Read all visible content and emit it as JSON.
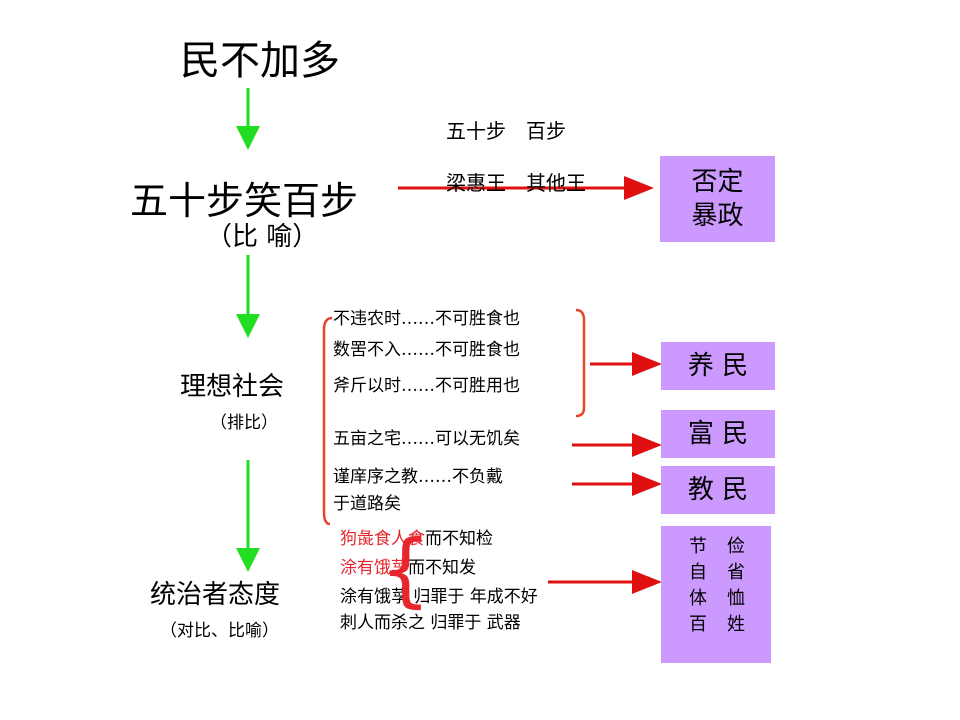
{
  "title": "民不加多",
  "node1": {
    "label": "五十步笑百步",
    "note": "（比 喻）"
  },
  "node2": {
    "label": "理想社会",
    "note": "（排比）"
  },
  "node3": {
    "label": "统治者态度",
    "note": "（对比、比喻）"
  },
  "comparison": {
    "line1": "五十步　百步",
    "line2": "梁惠王　其他王"
  },
  "box_negate": {
    "line1": "否定",
    "line2": "暴政"
  },
  "ideal_lines": [
    "不违农时……不可胜食也",
    "数罟不入……不可胜食也",
    "斧斤以时……不可胜用也",
    "五亩之宅……可以无饥矣",
    "谨庠序之教……不负戴",
    "于道路矣"
  ],
  "box_yang": "养 民",
  "box_fu": "富 民",
  "box_jiao": "教 民",
  "ruler_lines": [
    {
      "red": "狗彘食人食",
      "black": "而不知检"
    },
    {
      "red": "涂有饿莩",
      "black": "而不知发"
    },
    {
      "red": "",
      "black": "涂有饿莩  归罪于  年成不好"
    },
    {
      "red": "",
      "black": "刺人而杀之  归罪于  武器"
    }
  ],
  "brace_char": "{",
  "box_advice": [
    {
      "a": "节",
      "b": "俭"
    },
    {
      "a": "自",
      "b": "省"
    },
    {
      "a": "体",
      "b": "恤"
    },
    {
      "a": "百",
      "b": "姓"
    }
  ],
  "colors": {
    "green_arrow": "#22dd22",
    "red_arrow": "#e01010",
    "box": "#cc99ff",
    "red_text": "#e8262e"
  }
}
